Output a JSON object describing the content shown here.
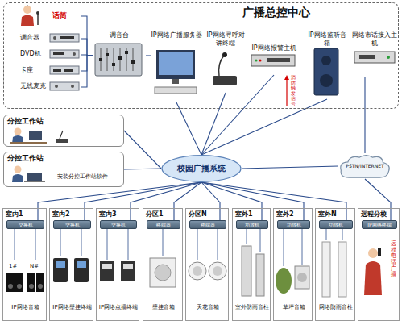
{
  "diagram": {
    "nodes": [
      {
        "text": [
          "广播总控中心"
        ]
      },
      {
        "text": [
          "话筒"
        ],
        "in": 0
      },
      {
        "text": [
          "调音器"
        ],
        "in": 0
      },
      {
        "text": [
          "DVD机"
        ],
        "in": 0
      },
      {
        "text": [
          "卡座"
        ],
        "in": 0
      },
      {
        "text": [
          "无线麦克"
        ],
        "in": 0
      },
      {
        "text": [
          "调音台"
        ],
        "in": 0
      },
      {
        "text": [
          "IP网络广播服务器"
        ],
        "in": 0
      },
      {
        "text": [
          "IP网络寻呼对讲终端"
        ],
        "in": 0
      },
      {
        "text": [
          "IP网络报警主机"
        ],
        "in": 0
      },
      {
        "text": [
          "IP网络监听音箱"
        ],
        "in": 0
      },
      {
        "text": [
          "网络市话接入主机"
        ],
        "in": 0
      },
      {
        "text": [
          "分控工作站"
        ]
      },
      {
        "text": [
          "分控工作站",
          "安装分控工作站软件"
        ]
      },
      {
        "text": [
          "校园广播系统"
        ]
      },
      {
        "text": [
          "PSTN/INTERNET"
        ]
      },
      {
        "text": [
          "室内1",
          "IP网络音箱"
        ]
      },
      {
        "text": [
          "交换机"
        ],
        "in": 16
      },
      {
        "text": [
          "室内2",
          "IP网络壁挂终端"
        ]
      },
      {
        "text": [
          "交换机"
        ],
        "in": 18
      },
      {
        "text": [
          "室内3",
          "IP网络点播终端"
        ]
      },
      {
        "text": [
          "交换机"
        ],
        "in": 20
      },
      {
        "text": [
          "分区1",
          "壁挂音箱"
        ]
      },
      {
        "text": [
          "终端器"
        ],
        "in": 22
      },
      {
        "text": [
          "分区N",
          "天花音箱"
        ]
      },
      {
        "text": [
          "终端器"
        ],
        "in": 24
      },
      {
        "text": [
          "室外1",
          "室外防雨音柱"
        ]
      },
      {
        "text": [
          "功放机"
        ],
        "in": 26
      },
      {
        "text": [
          "室外2",
          "草坪音箱"
        ]
      },
      {
        "text": [
          "功放机"
        ],
        "in": 28
      },
      {
        "text": [
          "室外N",
          "网络防雨音柱"
        ]
      },
      {
        "text": [
          "功放机"
        ],
        "in": 30
      },
      {
        "text": [
          "远程分校",
          "远程电话广播"
        ]
      },
      {
        "text": [
          "IP网络终端"
        ],
        "in": 32
      }
    ],
    "edges": [
      {
        "from": 1,
        "to": 6,
        "arrow": "none"
      },
      {
        "from": 2,
        "to": 6,
        "arrow": "none"
      },
      {
        "from": 3,
        "to": 6,
        "arrow": "none"
      },
      {
        "from": 4,
        "to": 6,
        "arrow": "none"
      },
      {
        "from": 5,
        "to": 6,
        "arrow": "none"
      },
      {
        "from": 6,
        "to": 7,
        "arrow": "none"
      },
      {
        "from": 14,
        "to": 7,
        "arrow": "none"
      },
      {
        "from": 14,
        "to": 8,
        "arrow": "none"
      },
      {
        "from": 14,
        "to": 9,
        "arrow": "none"
      },
      {
        "from": 14,
        "to": 10,
        "arrow": "none"
      },
      {
        "from": 14,
        "to": 12,
        "arrow": "none"
      },
      {
        "from": 14,
        "to": 13,
        "arrow": "none"
      },
      {
        "from": 14,
        "to": 15,
        "arrow": "none"
      },
      {
        "from": 15,
        "to": 11,
        "arrow": "none"
      },
      {
        "from": 14,
        "to": 17,
        "arrow": "none"
      },
      {
        "from": 14,
        "to": 19,
        "arrow": "none"
      },
      {
        "from": 14,
        "to": 21,
        "arrow": "none"
      },
      {
        "from": 14,
        "to": 23,
        "arrow": "none"
      },
      {
        "from": 14,
        "to": 25,
        "arrow": "none"
      },
      {
        "from": 14,
        "to": 27,
        "arrow": "none"
      },
      {
        "from": 14,
        "to": 29,
        "arrow": "none"
      },
      {
        "from": 14,
        "to": 31,
        "arrow": "none"
      },
      {
        "from": 15,
        "to": 33,
        "arrow": "none"
      }
    ],
    "labels": [
      "消防触发信号",
      "1#",
      "N#"
    ]
  }
}
